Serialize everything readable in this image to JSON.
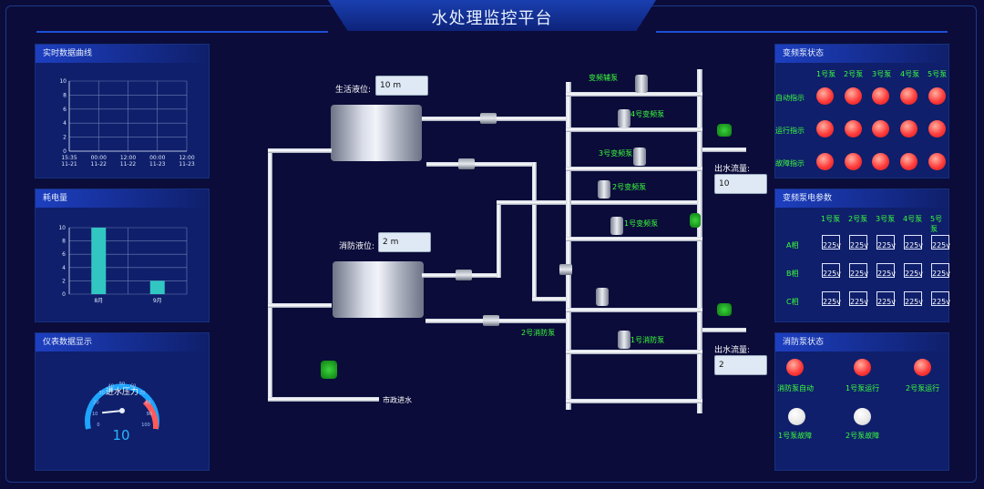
{
  "title": "水处理监控平台",
  "colors": {
    "background": "#0b0c3a",
    "panel": "#0f1f6b",
    "accent": "#1d4fd6",
    "green": "#3bff3b",
    "red_led": "#ff3b3b",
    "teal_bar": "#31c6c2"
  },
  "panels": {
    "realtime": "实时数据曲线",
    "power": "耗电量",
    "gauge": "仪表数据显示",
    "pump_status": "变频泵状态",
    "pump_params": "变频泵电参数",
    "fire_status": "消防泵状态"
  },
  "realtime_chart": {
    "y_ticks": [
      "10",
      "8",
      "6",
      "4",
      "2",
      "0"
    ],
    "x_ticks": [
      {
        "t": "15:35",
        "d": "11-21"
      },
      {
        "t": "00:00",
        "d": "11-22"
      },
      {
        "t": "12:00",
        "d": "11-22"
      },
      {
        "t": "00:00",
        "d": "11-23"
      },
      {
        "t": "12:00",
        "d": "11-23"
      }
    ]
  },
  "chart_data": {
    "type": "bar",
    "categories": [
      "8月",
      "9月"
    ],
    "values": [
      10,
      2
    ],
    "ylim": [
      0,
      10
    ],
    "y_ticks": [
      "10",
      "8",
      "6",
      "4",
      "2",
      "0"
    ],
    "grid": true
  },
  "gauge": {
    "label": "进水压力",
    "value": "10",
    "ticks": [
      "0",
      "10",
      "20",
      "30",
      "40",
      "50",
      "60",
      "70",
      "80",
      "90",
      "100"
    ],
    "level_percent": 10
  },
  "process": {
    "level1_label": "生活液位:",
    "level1_value": "10 m",
    "level2_label": "消防液位:",
    "level2_value": "2 m",
    "flow1_label": "出水流量:",
    "flow1_value": "10",
    "flow2_label": "出水流量:",
    "flow2_value": "2",
    "standby_pump": "变频辅泵",
    "pump4": "4号变频泵",
    "pump3": "3号变频泵",
    "pump2": "2号变频泵",
    "pump1": "1号变频泵",
    "fire_pump2": "2号消防泵",
    "fire_pump1": "1号消防泵",
    "city_inlet": "市政进水"
  },
  "pump_status": {
    "columns": [
      "1号泵",
      "2号泵",
      "3号泵",
      "4号泵",
      "5号泵"
    ],
    "rows": [
      "自动指示",
      "运行指示",
      "故障指示"
    ]
  },
  "pump_params": {
    "columns": [
      "1号泵",
      "2号泵",
      "3号泵",
      "4号泵",
      "5号泵"
    ],
    "rows": [
      "A相",
      "B相",
      "C相"
    ],
    "value": "225v"
  },
  "fire_status": {
    "labels": [
      "消防泵自动",
      "1号泵运行",
      "2号泵运行",
      "1号泵故障",
      "2号泵故障"
    ]
  }
}
